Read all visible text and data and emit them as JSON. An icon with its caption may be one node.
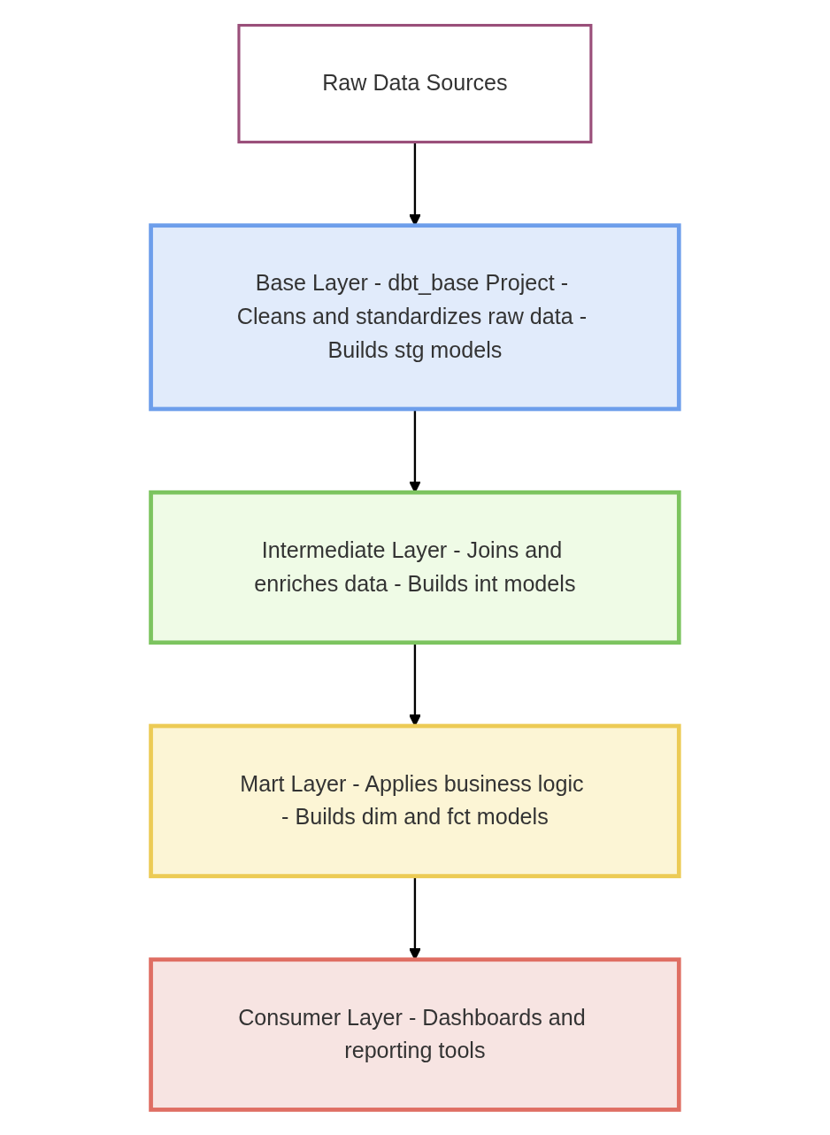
{
  "diagram": {
    "nodes": [
      {
        "text": [
          "Raw Data Sources"
        ]
      },
      {
        "text": [
          "Base Layer - dbt_base Project - Cleans and standardizes raw data - Builds stg models"
        ]
      },
      {
        "text": [
          "Intermediate Layer - Joins and enriches data - Builds int models"
        ]
      },
      {
        "text": [
          "Mart Layer - Applies business logic - Builds dim and fct models"
        ]
      },
      {
        "text": [
          "Consumer Layer - Dashboards and reporting tools"
        ]
      }
    ],
    "edges": [
      {
        "from": 0,
        "to": 1,
        "arrow": "to"
      },
      {
        "from": 1,
        "to": 2,
        "arrow": "to"
      },
      {
        "from": 2,
        "to": 3,
        "arrow": "to"
      },
      {
        "from": 3,
        "to": 4,
        "arrow": "to"
      }
    ]
  }
}
